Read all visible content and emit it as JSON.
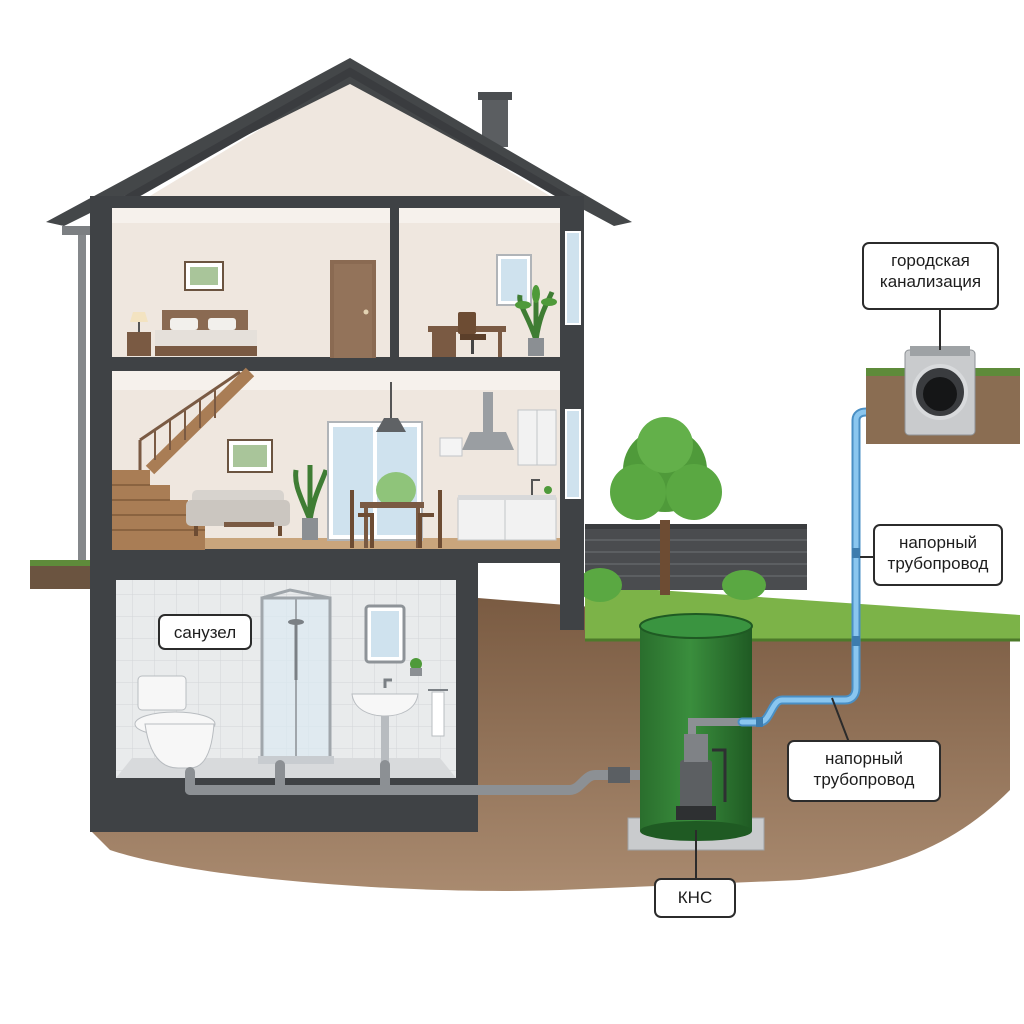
{
  "labels": {
    "bathroom": "санузел",
    "city_sewer": [
      "городская",
      "канализация"
    ],
    "pressure_pipe_upper": [
      "напорный",
      "трубопровод"
    ],
    "pressure_pipe_lower": [
      "напорный",
      "трубопровод"
    ],
    "pump_station": "КНС"
  },
  "colors": {
    "house_frame": "#3f4245",
    "roof": "#444749",
    "wall_interior": "#efe7df",
    "soil": "#8a6d52",
    "grass": "#7cb348",
    "pump_tank": "#2e7d32",
    "pressure_pipe": "#6fb3e6",
    "sewer_pipe": "#8c9094",
    "manhole": "#c9cbcd"
  },
  "icons": [
    "toilet-icon",
    "shower-cabin-icon",
    "sink-icon",
    "submersible-pump-icon",
    "tree-icon",
    "bed-icon",
    "sofa-icon",
    "staircase-icon",
    "manhole-icon"
  ]
}
